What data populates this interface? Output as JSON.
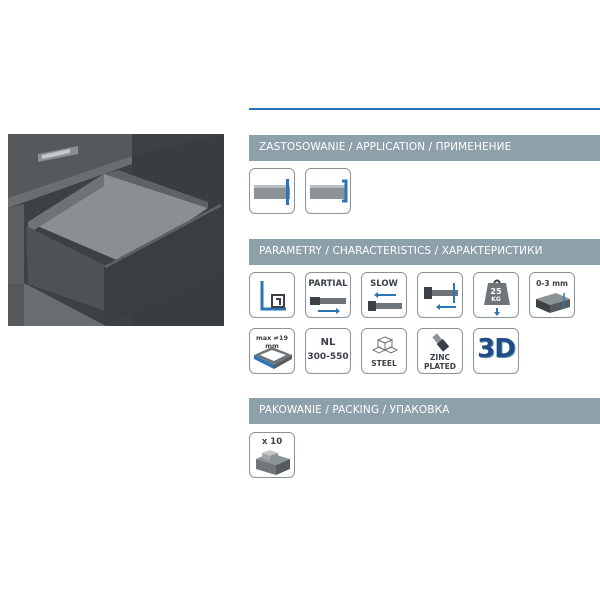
{
  "sections": {
    "application": {
      "title": "ZASTOSOWANIE / APPLICATION / ПРИМЕНЕНИЕ"
    },
    "characteristics": {
      "title": "PARAMETRY / CHARACTERISTICS / ХАРАКТЕРИСТИКИ"
    },
    "packing": {
      "title": "PAKOWANIE / PACKING / УПАКОВКА"
    }
  },
  "icons": {
    "partial": "PARTIAL",
    "slow": "SLOW",
    "load": "25",
    "load_unit": "KG",
    "adjust": "0-3 mm",
    "max_thickness": "max ≠19 mm",
    "nl_label": "NL",
    "nl_range": "300-550",
    "steel": "STEEL",
    "zinc_line1": "ZINC",
    "zinc_line2": "PLATED",
    "three_d": "3D",
    "pack_qty": "x 10"
  },
  "colors": {
    "accent": "#2b74b6",
    "section_bar": "#8ea1ab",
    "icon_text": "#3b4147"
  }
}
